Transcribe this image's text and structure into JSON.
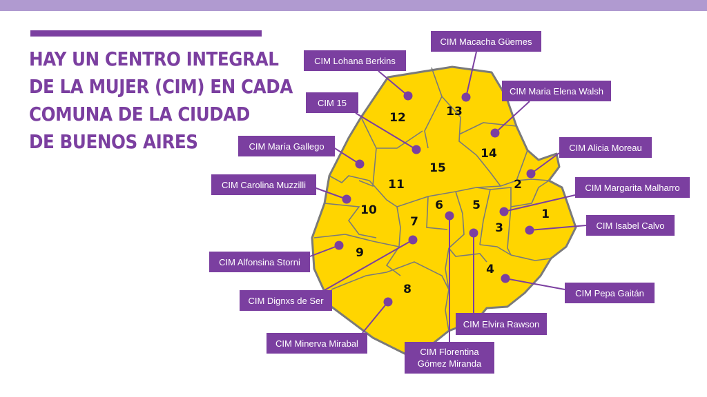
{
  "colors": {
    "accent": "#7b3fa0",
    "bar": "#b09ad0",
    "title": "#7b3fa0",
    "map_fill": "#ffd500",
    "map_border": "#7a7a7a"
  },
  "title": {
    "lines": [
      "HAY UN CENTRO INTEGRAL",
      "DE LA MUJER (CIM) EN CADA",
      "COMUNA DE LA CIUDAD",
      "DE BUENOS AIRES"
    ]
  },
  "comunas": [
    "12",
    "13",
    "14",
    "15",
    "11",
    "2",
    "10",
    "6",
    "5",
    "7",
    "1",
    "3",
    "9",
    "4",
    "8"
  ],
  "centers": [
    "CIM Macacha Güemes",
    "CIM Lohana Berkins",
    "CIM Maria Elena Walsh",
    "CIM 15",
    "CIM María Gallego",
    "CIM Alicia Moreau",
    "CIM Carolina Muzzilli",
    "CIM Margarita Malharro",
    "CIM Isabel Calvo",
    "CIM Alfonsina Storni",
    "CIM Dignxs de Ser",
    "CIM Pepa Gaitán",
    "CIM Elvira Rawson",
    "CIM Minerva Mirabal",
    "CIM Florentina Gómez Miranda"
  ]
}
